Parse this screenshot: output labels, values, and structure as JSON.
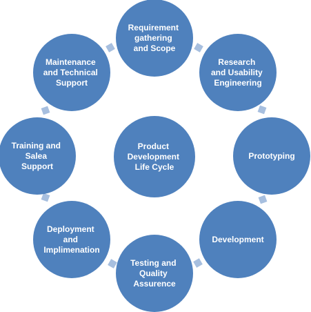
{
  "diagram": {
    "center": {
      "lines": [
        "Product",
        "Development",
        "Life Cycle"
      ]
    },
    "stages": [
      {
        "id": "requirement",
        "lines": [
          "Requirement",
          "gathering",
          "and Scope"
        ]
      },
      {
        "id": "research",
        "lines": [
          "Research",
          "and Usability",
          "Engineering"
        ]
      },
      {
        "id": "prototyping",
        "lines": [
          "Prototyping"
        ]
      },
      {
        "id": "development",
        "lines": [
          "Development"
        ]
      },
      {
        "id": "testing",
        "lines": [
          "Testing and",
          "Quality",
          "Assurence"
        ]
      },
      {
        "id": "deployment",
        "lines": [
          "Deployment",
          "and",
          "Implimenation"
        ]
      },
      {
        "id": "training",
        "lines": [
          "Training and",
          "Salea",
          "Support"
        ]
      },
      {
        "id": "maintenance",
        "lines": [
          "Maintenance",
          "and Technical",
          "Support"
        ]
      }
    ],
    "colors": {
      "node": "#4f81bd",
      "connector": "#a7bfdf",
      "text": "#ffffff"
    }
  }
}
